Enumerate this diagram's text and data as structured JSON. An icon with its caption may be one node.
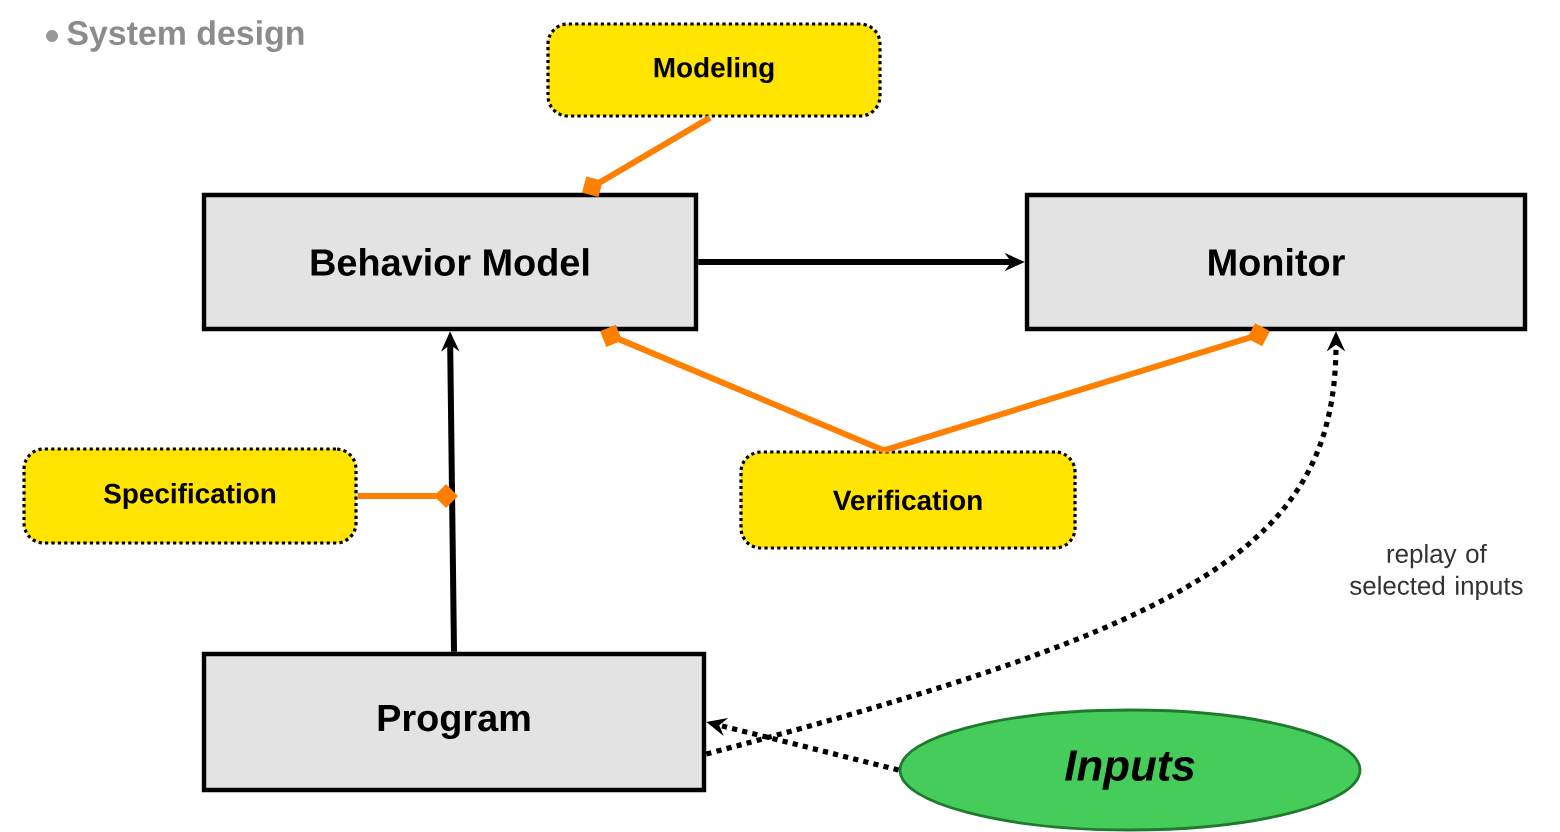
{
  "diagram": {
    "title": "System design",
    "nodes": [
      {
        "text": [
          "Behavior Model"
        ]
      },
      {
        "text": [
          "Monitor"
        ]
      },
      {
        "text": [
          "Program"
        ]
      },
      {
        "text": [
          "Modeling"
        ]
      },
      {
        "text": [
          "Specification"
        ]
      },
      {
        "text": [
          "Verification"
        ]
      },
      {
        "text": [
          "Inputs"
        ]
      }
    ],
    "edges": [
      {
        "from": 0,
        "to": 1,
        "arrow": "to",
        "color": "#000000"
      },
      {
        "from": 2,
        "to": 0,
        "arrow": "to",
        "color": "#000000"
      },
      {
        "from": 3,
        "to": 0,
        "arrow": "other",
        "color": "#ff7f00"
      },
      {
        "from": 4,
        "to": null,
        "arrow": "other",
        "color": "#ff7f00"
      },
      {
        "from": 5,
        "to": 0,
        "arrow": "other",
        "color": "#ff7f00"
      },
      {
        "from": 5,
        "to": 1,
        "arrow": "other",
        "color": "#ff7f00"
      },
      {
        "from": 2,
        "to": 1,
        "arrow": "to",
        "style": "dashed",
        "color": "#000000",
        "label": "replay of selected inputs"
      },
      {
        "from": 6,
        "to": 2,
        "arrow": "to",
        "style": "dashed",
        "color": "#000000"
      }
    ]
  }
}
